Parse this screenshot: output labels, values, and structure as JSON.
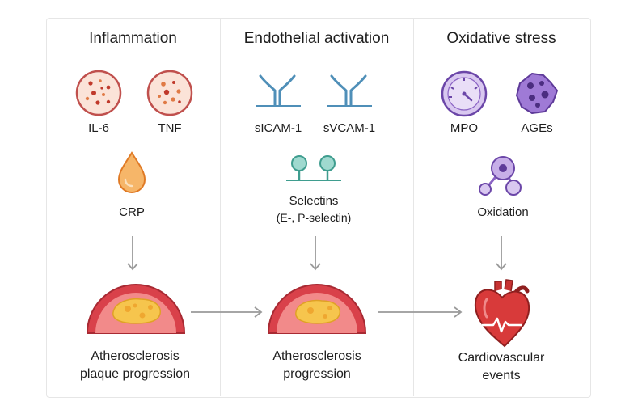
{
  "columns": [
    {
      "title": "Inflammation",
      "markers": [
        "IL-6",
        "TNF",
        "CRP"
      ],
      "outcome": [
        "Atherosclerosis",
        "plaque progression"
      ]
    },
    {
      "title": "Endothelial activation",
      "markers": [
        "sICAM-1",
        "sVCAM-1",
        "Selectins",
        "(E-, P-selectin)"
      ],
      "outcome": [
        "Atherosclerosis",
        "progression"
      ]
    },
    {
      "title": "Oxidative stress",
      "markers": [
        "MPO",
        "AGEs",
        "Oxidation"
      ],
      "outcome": [
        "Cardiovascular",
        "events"
      ]
    }
  ],
  "colors": {
    "inflammation_cell": "#c0504d",
    "crp_drop": "#f2a65a",
    "receptor": "#4f8fb8",
    "selectin": "#7fc8bd",
    "oxidative": "#8b63c4",
    "plaque_vessel": "#d9414a",
    "plaque_core": "#f6c54d",
    "heart": "#d83a3a",
    "arrow": "#9a9a9a"
  },
  "icons": [
    "cell-icon",
    "cell-icon",
    "droplet-icon",
    "receptor-icon",
    "receptor-icon",
    "selectin-icon",
    "gauge-icon",
    "glycation-icon",
    "molecule-icon",
    "plaque-icon",
    "plaque-icon",
    "heart-icon"
  ]
}
